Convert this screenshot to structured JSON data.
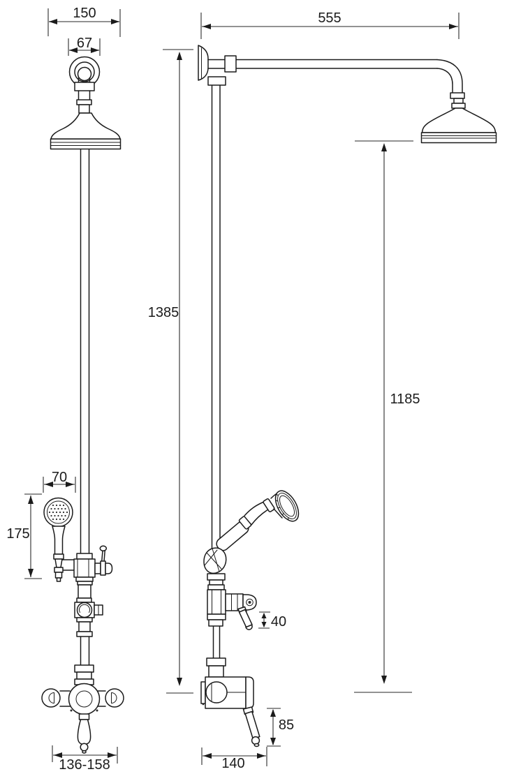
{
  "drawing": {
    "kind": "technical-dimension-drawing",
    "subject": "exposed thermostatic shower with rigid riser, fixed head, handset and diverter",
    "views": {
      "front": {
        "dims": {
          "head_width": "150",
          "bracket_width": "67",
          "handset_width": "70",
          "handset_length": "175",
          "inlet_centres": "136-158"
        }
      },
      "side": {
        "dims": {
          "arm_projection": "555",
          "overall_height": "1385",
          "head_to_valve_height": "1185",
          "diverter_lever_drop": "40",
          "valve_lever_drop": "85",
          "valve_projection": "140"
        }
      }
    },
    "style": {
      "background": "#ffffff",
      "object_line_color": "#1b1b1b",
      "dimension_line_color": "#6e6e6e",
      "text_color": "#1b1b1b"
    }
  }
}
